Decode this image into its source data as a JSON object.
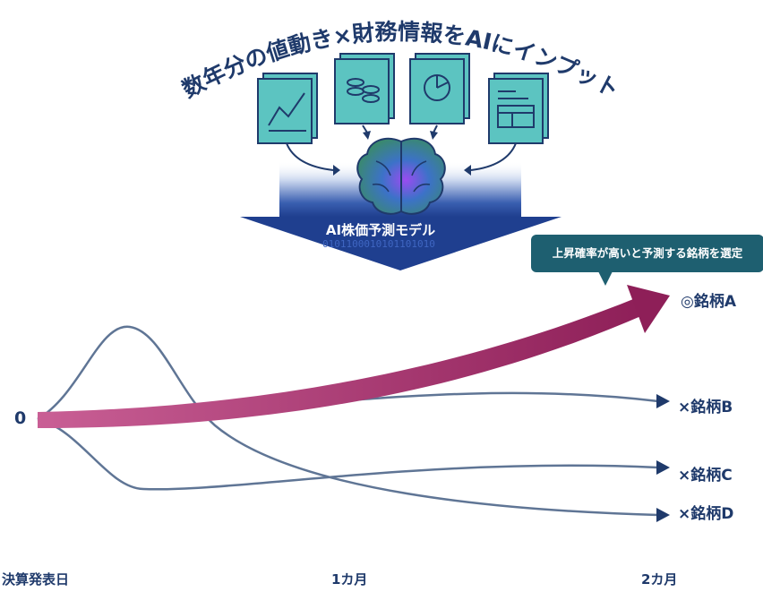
{
  "title": "数年分の値動き×財務情報をAIにインプット",
  "model_label": "AI株価予測モデル",
  "bubble_text": "上昇確率が高いと予測する銘柄を選定",
  "start_label": "0",
  "stocks": {
    "a": "◎銘柄A",
    "b": "×銘柄B",
    "c": "×銘柄C",
    "d": "×銘柄D"
  },
  "x_axis": [
    "決算発表日",
    "1カ月",
    "2カ月"
  ],
  "binary_text": "0101100010101101010",
  "icons": [
    "line-chart-document-icon",
    "coins-document-icon",
    "pie-chart-document-icon",
    "layout-document-icon",
    "brain-icon"
  ],
  "colors": {
    "navy": "#1f3a6b",
    "teal": "#5cc4c1",
    "magenta": "#9c2a64",
    "curve": "#5f7595",
    "bubble": "#1e5f70"
  }
}
